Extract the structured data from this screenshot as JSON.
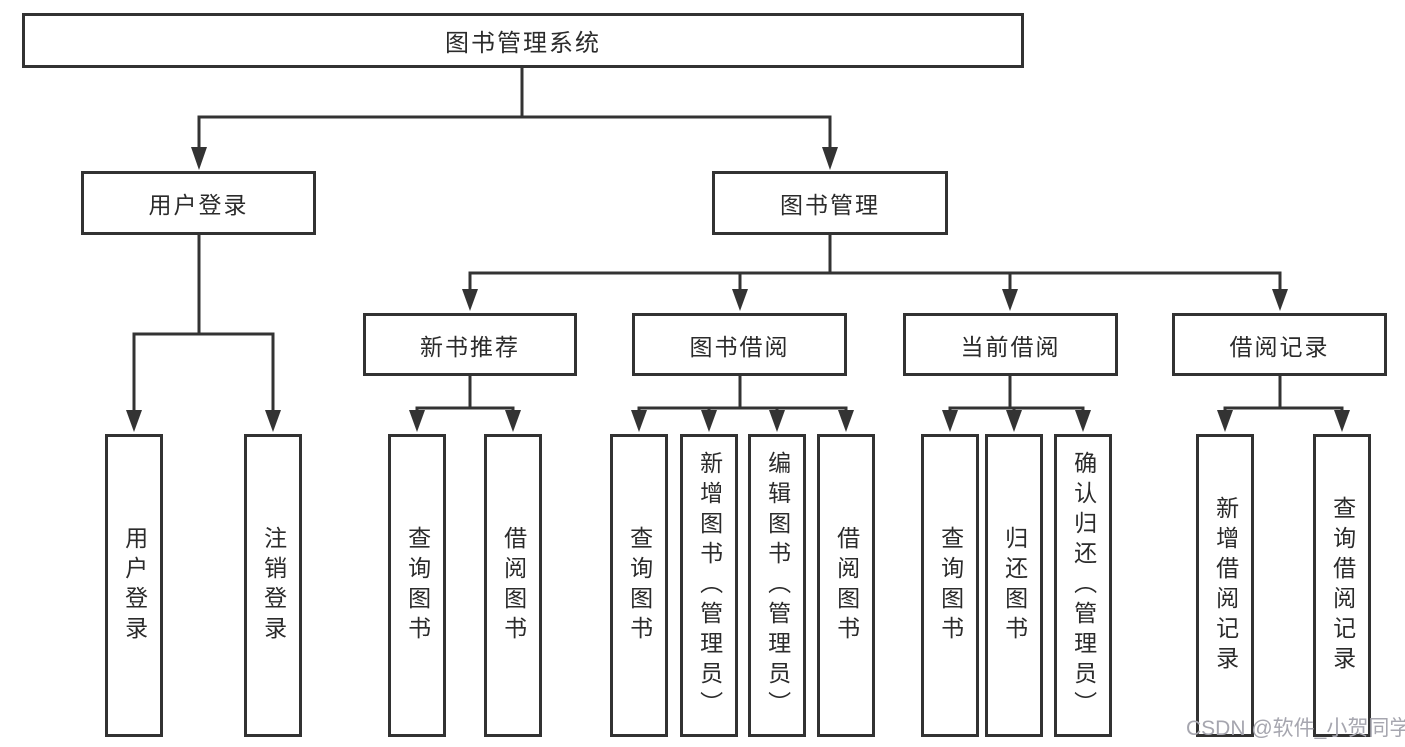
{
  "diagram": {
    "title": "图书管理系统",
    "root": {
      "label": "图书管理系统"
    },
    "branches": [
      {
        "label": "用户登录",
        "children": [
          {
            "label": "用户登录"
          },
          {
            "label": "注销登录"
          }
        ]
      },
      {
        "label": "图书管理",
        "children": [
          {
            "label": "新书推荐",
            "children": [
              {
                "label": "查询图书"
              },
              {
                "label": "借阅图书"
              }
            ]
          },
          {
            "label": "图书借阅",
            "children": [
              {
                "label": "查询图书"
              },
              {
                "label": "新增图书（管理员）"
              },
              {
                "label": "编辑图书（管理员）"
              },
              {
                "label": "借阅图书"
              }
            ]
          },
          {
            "label": "当前借阅",
            "children": [
              {
                "label": "查询图书"
              },
              {
                "label": "归还图书"
              },
              {
                "label": "确认归还（管理员）"
              }
            ]
          },
          {
            "label": "借阅记录",
            "children": [
              {
                "label": "新增借阅记录"
              },
              {
                "label": "查询借阅记录"
              }
            ]
          }
        ]
      }
    ],
    "colors": {
      "line": "#333333",
      "box_border": "#323232",
      "box_fill": "#ffffff",
      "text": "#2b2b2b",
      "watermark": "#a6a6af",
      "background": "#ffffff"
    }
  },
  "watermark": {
    "text": "CSDN @软件_小贺同学"
  }
}
